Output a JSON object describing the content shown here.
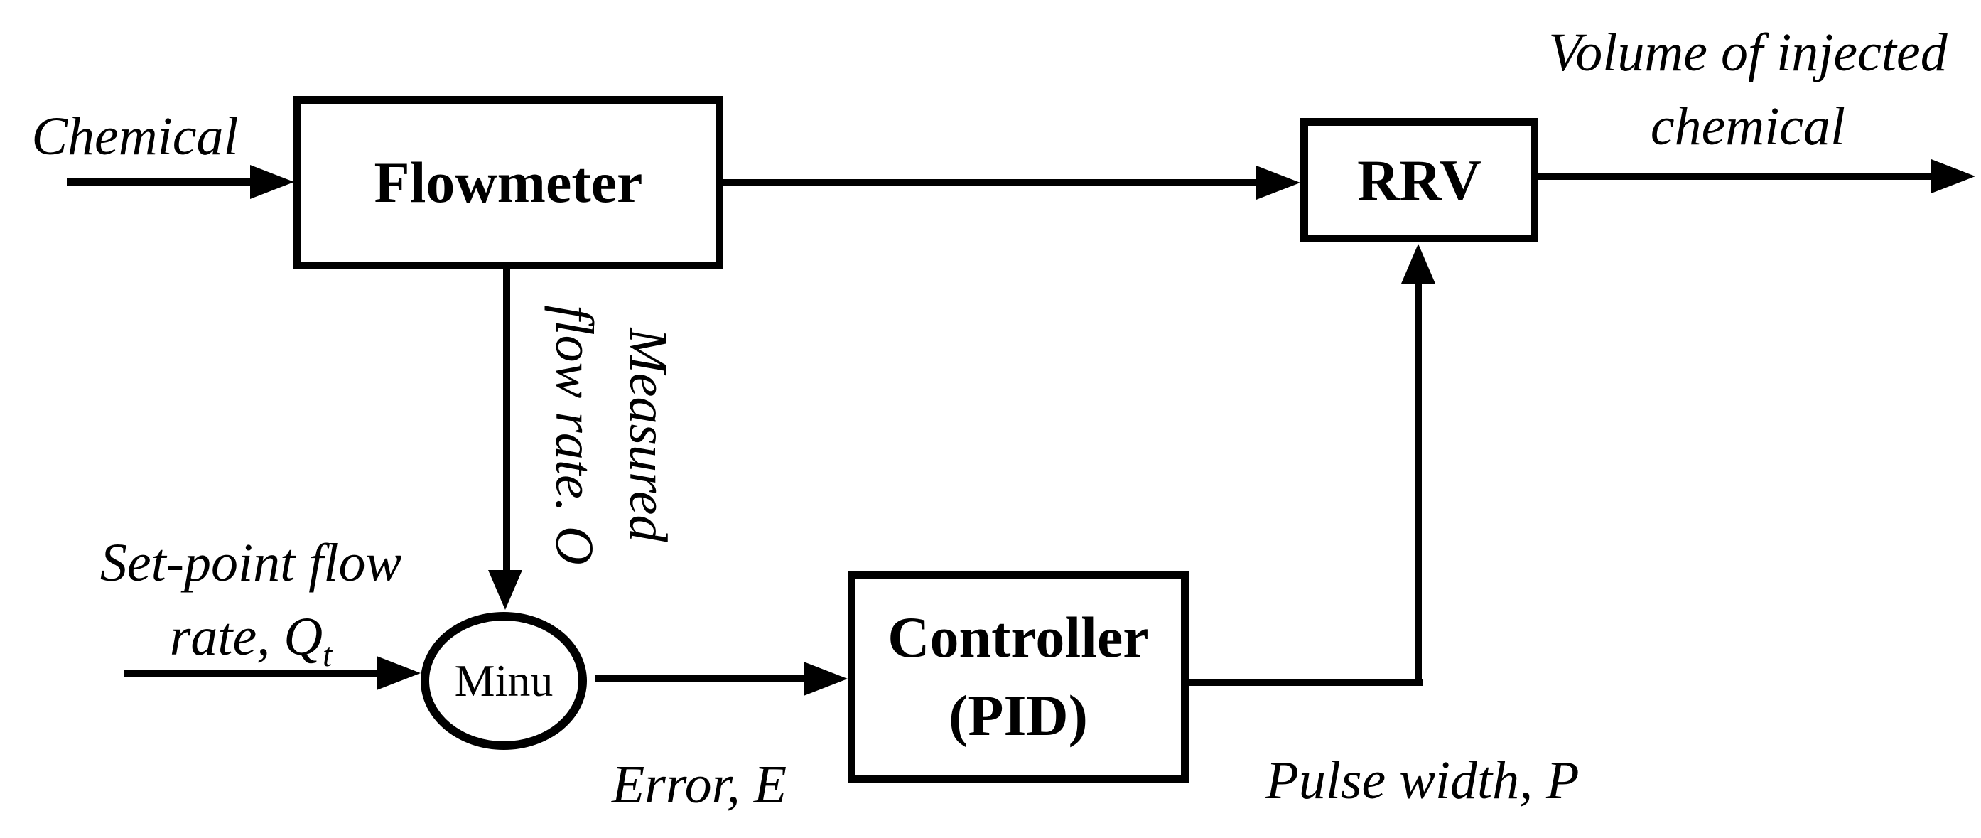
{
  "diagram": {
    "type": "control-loop-block-diagram",
    "colors": {
      "ink": "#000000",
      "background": "#ffffff"
    },
    "nodes": {
      "flowmeter": {
        "label": "Flowmeter"
      },
      "rrv": {
        "label": "RRV"
      },
      "controller": {
        "label_line1": "Controller",
        "label_line2": "(PID)"
      },
      "summing_junction": {
        "label": "Minu"
      }
    },
    "annotations": {
      "chemical_input": "Chemical",
      "volume_output_line1": "Volume of injected",
      "volume_output_line2": "chemical",
      "measured_flow_line1": "Measured",
      "measured_flow_line2": "flow rate. O",
      "setpoint_line1": "Set-point flow",
      "setpoint_line2_main": "rate, Q",
      "setpoint_line2_sub": "t",
      "error_signal": "Error, E",
      "pulse_width_signal": "Pulse width, P"
    }
  }
}
